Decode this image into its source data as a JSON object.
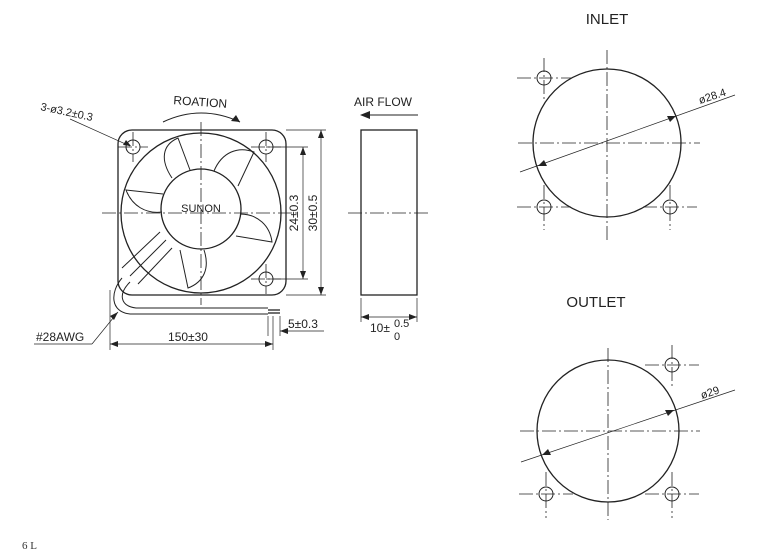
{
  "labels": {
    "inlet": "INLET",
    "outlet": "OUTLET",
    "rotation": "ROATION",
    "airflow": "AIR FLOW",
    "brand": "SUNON",
    "hole_spec": "3-ø3.2±0.3",
    "wire_gauge": "#28AWG",
    "wire_length": "150±30",
    "strip_length": "5±0.3",
    "hole_pitch": "24±0.3",
    "frame_size": "30±0.5",
    "thickness_base": "10±",
    "thickness_upper": "0.5",
    "thickness_lower": "0",
    "inlet_diameter": "ø28.4",
    "outlet_diameter": "ø29",
    "footer": "6 L"
  }
}
